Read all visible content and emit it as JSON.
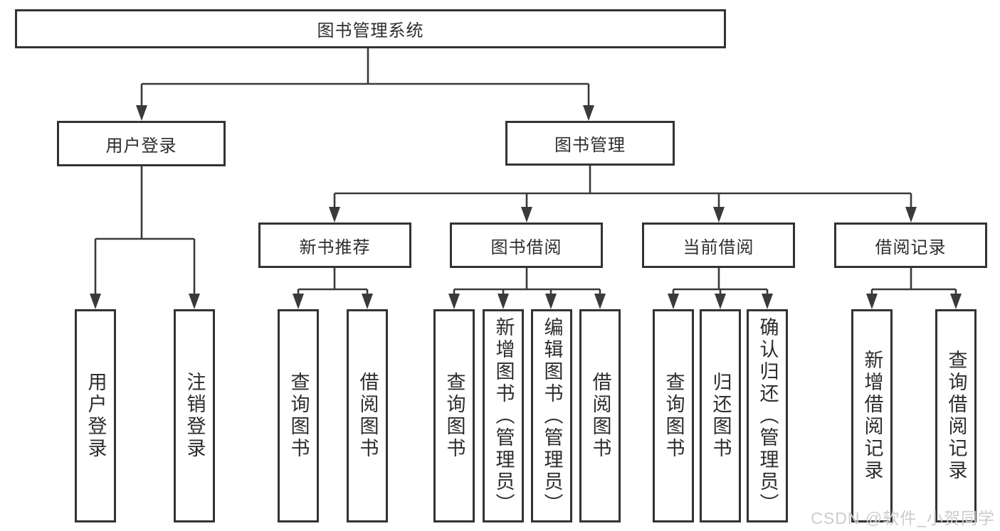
{
  "diagram": {
    "title": "图书管理系统",
    "root": {
      "label": "图书管理系统"
    },
    "level2": [
      {
        "id": "user-login",
        "label": "用户登录"
      },
      {
        "id": "book-management",
        "label": "图书管理"
      }
    ],
    "level3": [
      {
        "id": "new-book-recommend",
        "label": "新书推荐",
        "parent": "book-management"
      },
      {
        "id": "book-borrowing",
        "label": "图书借阅",
        "parent": "book-management"
      },
      {
        "id": "current-borrowing",
        "label": "当前借阅",
        "parent": "book-management"
      },
      {
        "id": "borrowing-records",
        "label": "借阅记录",
        "parent": "book-management"
      }
    ],
    "leaves": [
      {
        "id": "user-login-leaf",
        "label": "用户登录",
        "parent": "user-login"
      },
      {
        "id": "logout",
        "label": "注销登录",
        "parent": "user-login"
      },
      {
        "id": "query-books-recommend",
        "label": "查询图书",
        "parent": "new-book-recommend"
      },
      {
        "id": "borrow-books-recommend",
        "label": "借阅图书",
        "parent": "new-book-recommend"
      },
      {
        "id": "query-books-borrowing",
        "label": "查询图书",
        "parent": "book-borrowing"
      },
      {
        "id": "add-book-admin",
        "label": "新增图书（管理员）",
        "parent": "book-borrowing"
      },
      {
        "id": "edit-book-admin",
        "label": "编辑图书（管理员）",
        "parent": "book-borrowing"
      },
      {
        "id": "borrow-books-borrowing",
        "label": "借阅图书",
        "parent": "book-borrowing"
      },
      {
        "id": "query-books-current",
        "label": "查询图书",
        "parent": "current-borrowing"
      },
      {
        "id": "return-books",
        "label": "归还图书",
        "parent": "current-borrowing"
      },
      {
        "id": "confirm-return-admin",
        "label": "确认归还（管理员）",
        "parent": "current-borrowing"
      },
      {
        "id": "add-borrow-record",
        "label": "新增借阅记录",
        "parent": "borrowing-records"
      },
      {
        "id": "query-borrow-record",
        "label": "查询借阅记录",
        "parent": "borrowing-records"
      }
    ]
  },
  "watermark": {
    "text": "CSDN @软件_小贺同学",
    "color": "#cccccc"
  },
  "colors": {
    "line": "#3a3a3a",
    "box_border": "#333333",
    "box_fill": "#ffffff",
    "text": "#2d2d2d",
    "background": "#ffffff"
  }
}
